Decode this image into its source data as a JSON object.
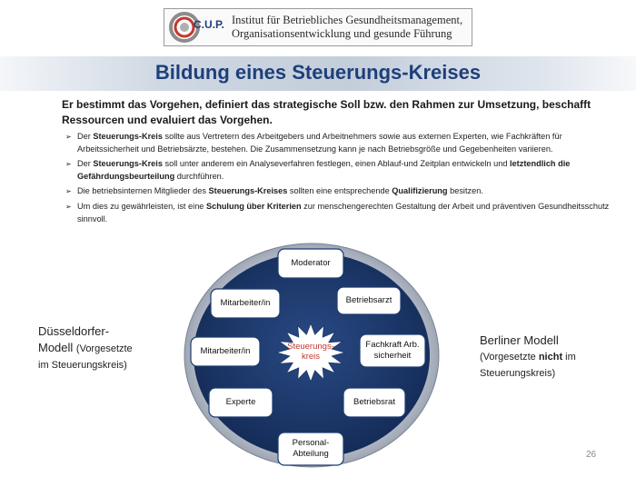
{
  "header": {
    "logo_text": "C.U.P.",
    "institute_line1": "Institut für Betriebliches Gesundheitsmanagement,",
    "institute_line2": "Organisationsentwicklung und gesunde Führung"
  },
  "slide": {
    "title": "Bildung eines Steuerungs-Kreises",
    "intro_a": "Er bestimmt ",
    "intro_b": "das Vorgehen, definiert das strategische Soll bzw. den Rahmen zur Umsetzung, beschafft Ressourcen und evaluiert das Vorgehen",
    "intro_c": ".",
    "bullet_marker": "➢",
    "bullets": [
      {
        "p1": "Der ",
        "b1": "Steuerungs-Kreis",
        "p2": " sollte aus Vertretern des Arbeitgebers und Arbeitnehmers sowie aus externen Experten, wie Fachkräften für Arbeitssicherheit und Betriebsärzte, bestehen. Die Zusammensetzung kann je nach Betriebsgröße und Gegebenheiten variieren."
      },
      {
        "p1": "Der ",
        "b1": "Steuerungs-Kreis",
        "p2": " soll unter anderem ein Analyseverfahren festlegen, einen Ablauf-und Zeitplan entwickeln und ",
        "b2": "letztendlich die Gefährdungsbeurteilung",
        "p3": " durchführen."
      },
      {
        "p1": "Die betriebsinternen Mitglieder des ",
        "b1": "Steuerungs-Kreises",
        "p2": " sollten eine entsprechende ",
        "b2": "Qualifizierung",
        "p3": " besitzen."
      },
      {
        "p1": "Um dies zu gewährleisten, ist eine ",
        "b1": "Schulung über Kriterien",
        "p2": " zur menschengerechten Gestaltung der Arbeit und präventiven Gesundheitsschutz sinnvoll."
      }
    ],
    "left_model": {
      "line1": "Düsseldorfer-",
      "line2_a": "Modell ",
      "line2_b": "(Vorgesetzte",
      "line3": "im Steuerungskreis)"
    },
    "right_model": {
      "line1": "Berliner Modell",
      "line2_a": "(Vorgesetzte ",
      "line2_b": "nicht",
      "line2_c": " im",
      "line3": "Steuerungskreis)"
    },
    "page_number": "26"
  },
  "diagram": {
    "center_line1": "Steuerungs-",
    "center_line2": "kreis",
    "nodes": {
      "moderator": "Moderator",
      "betriebsarzt": "Betriebsarzt",
      "mitarbeiter_1": "Mitarbeiter/in",
      "mitarbeiter_2": "Mitarbeiter/in",
      "fachkraft": "Fachkraft Arb. sicherheit",
      "experte": "Experte",
      "betriebsrat": "Betriebsrat",
      "personal": "Personal-Abteilung"
    },
    "colors": {
      "ring": "#b5bcc8",
      "inner": "#1d3c70",
      "center_text": "#c0392b",
      "title": "#1f3f7a"
    }
  }
}
